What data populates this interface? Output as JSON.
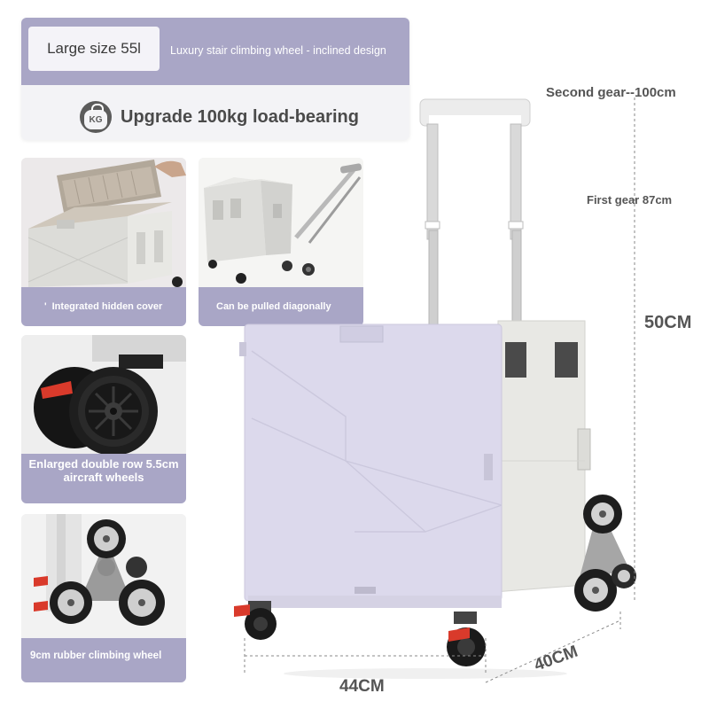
{
  "banner": {
    "size_label": "Large size 55l",
    "subtitle": "Luxury stair climbing wheel - inclined design",
    "kg_icon_text": "KG",
    "load_text": "Upgrade 100kg load-bearing"
  },
  "features": [
    {
      "caption": "Integrated hidden cover",
      "bullet": "'"
    },
    {
      "caption": "Can be pulled diagonally"
    },
    {
      "caption": "Enlarged double row 5.5cm aircraft wheels"
    },
    {
      "caption": "9cm rubber climbing wheel"
    }
  ],
  "dimensions": {
    "second_gear": "Second gear--100cm",
    "first_gear": "First gear 87cm",
    "height": "50CM",
    "width": "44CM",
    "depth": "40CM"
  },
  "colors": {
    "accent": "#a9a6c6",
    "cart_body": "#dcd9ec",
    "cart_side": "#e6e6e2",
    "wheel_red": "#d93a2b"
  },
  "icons": [
    "kg-weight-icon"
  ]
}
